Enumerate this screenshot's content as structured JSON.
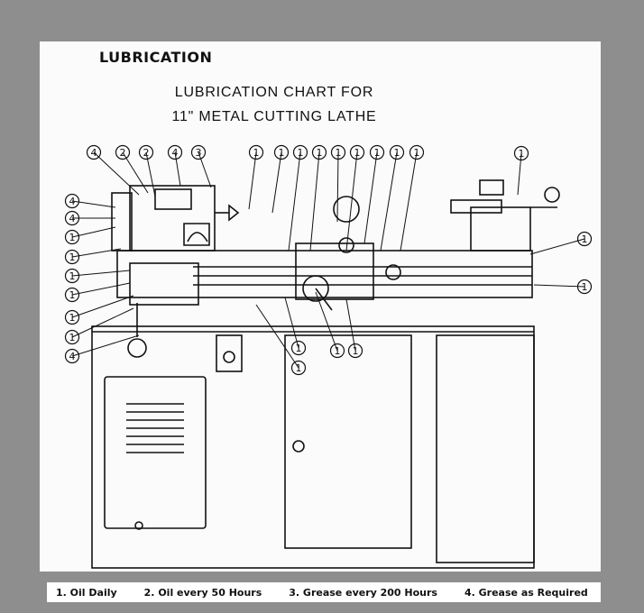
{
  "header": {
    "section_title": "LUBRICATION",
    "chart_title_line1": "LUBRICATION CHART FOR",
    "chart_title_line2": "11\" METAL CUTTING LATHE"
  },
  "callouts": [
    "1",
    "2",
    "3",
    "4"
  ],
  "legend": {
    "items": [
      "1. Oil Daily",
      "2. Oil every 50 Hours",
      "3. Grease every 200 Hours",
      "4. Grease as Required"
    ]
  },
  "colors": {
    "frame": "#8e8e8e",
    "paper": "#fbfbfb",
    "ink": "#111111"
  }
}
